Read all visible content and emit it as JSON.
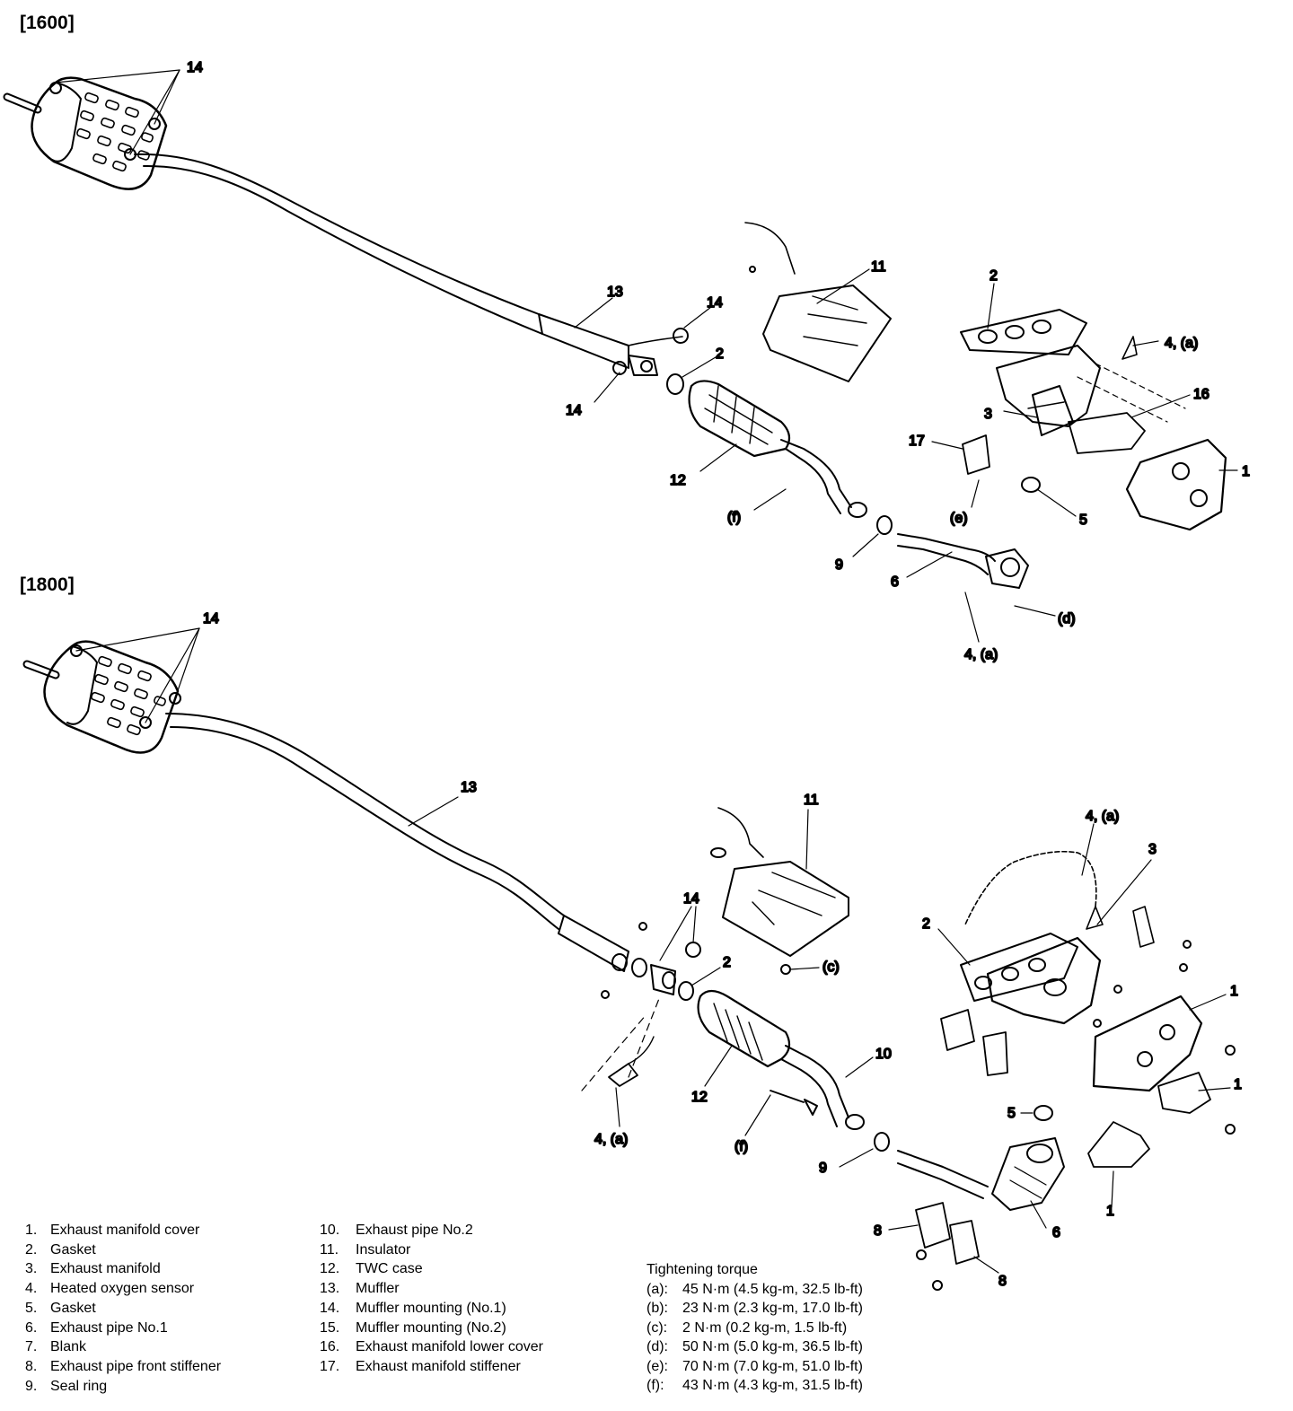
{
  "sections": {
    "top_title": "[1600]",
    "bottom_title": "[1800]"
  },
  "callouts_1600": {
    "c14_top": "14",
    "c13": "13",
    "c14_right": "14",
    "c14_left": "14",
    "c2_pipe": "2",
    "c11": "11",
    "c12": "12",
    "c2_manifold": "2",
    "c4a_top": "4, (a)",
    "c16": "16",
    "c3": "3",
    "c17": "17",
    "c1": "1",
    "c5": "5",
    "c_f": "(f)",
    "c_e": "(e)",
    "c9": "9",
    "c6": "6",
    "c_d": "(d)",
    "c4a_bottom": "4, (a)"
  },
  "callouts_1800": {
    "c14_top": "14",
    "c13": "13",
    "c11": "11",
    "c4a_top": "4, (a)",
    "c3": "3",
    "c14_mid": "14",
    "c2_left": "2",
    "c2_pipe": "2",
    "c_c": "(c)",
    "c1_upper": "1",
    "c10": "10",
    "c1_right": "1",
    "c12": "12",
    "c4a_left": "4, (a)",
    "c_f": "(f)",
    "c5": "5",
    "c9": "9",
    "c1_lower": "1",
    "c8_left": "8",
    "c6": "6",
    "c8_right": "8"
  },
  "legend": {
    "column1": [
      {
        "num": "1.",
        "label": "Exhaust manifold cover"
      },
      {
        "num": "2.",
        "label": "Gasket"
      },
      {
        "num": "3.",
        "label": "Exhaust manifold"
      },
      {
        "num": "4.",
        "label": "Heated oxygen sensor"
      },
      {
        "num": "5.",
        "label": "Gasket"
      },
      {
        "num": "6.",
        "label": "Exhaust pipe No.1"
      },
      {
        "num": "7.",
        "label": "Blank"
      },
      {
        "num": "8.",
        "label": "Exhaust pipe front stiffener"
      },
      {
        "num": "9.",
        "label": "Seal ring"
      }
    ],
    "column2": [
      {
        "num": "10.",
        "label": "Exhaust pipe No.2"
      },
      {
        "num": "11.",
        "label": "Insulator"
      },
      {
        "num": "12.",
        "label": "TWC case"
      },
      {
        "num": "13.",
        "label": "Muffler"
      },
      {
        "num": "14.",
        "label": "Muffler mounting (No.1)"
      },
      {
        "num": "15.",
        "label": "Muffler mounting (No.2)"
      },
      {
        "num": "16.",
        "label": "Exhaust manifold lower cover"
      },
      {
        "num": "17.",
        "label": "Exhaust manifold stiffener"
      }
    ]
  },
  "torque": {
    "heading": "Tightening torque",
    "items": [
      {
        "code": "(a):",
        "value": "45 N·m (4.5 kg-m, 32.5 lb-ft)"
      },
      {
        "code": "(b):",
        "value": "23 N·m (2.3 kg-m, 17.0 lb-ft)"
      },
      {
        "code": "(c):",
        "value": "2 N·m (0.2 kg-m, 1.5 lb-ft)"
      },
      {
        "code": "(d):",
        "value": "50 N·m (5.0 kg-m, 36.5 lb-ft)"
      },
      {
        "code": "(e):",
        "value": "70 N·m (7.0 kg-m, 51.0 lb-ft)"
      },
      {
        "code": "(f):",
        "value": "43 N·m (4.3 kg-m, 31.5 lb-ft)"
      }
    ]
  }
}
